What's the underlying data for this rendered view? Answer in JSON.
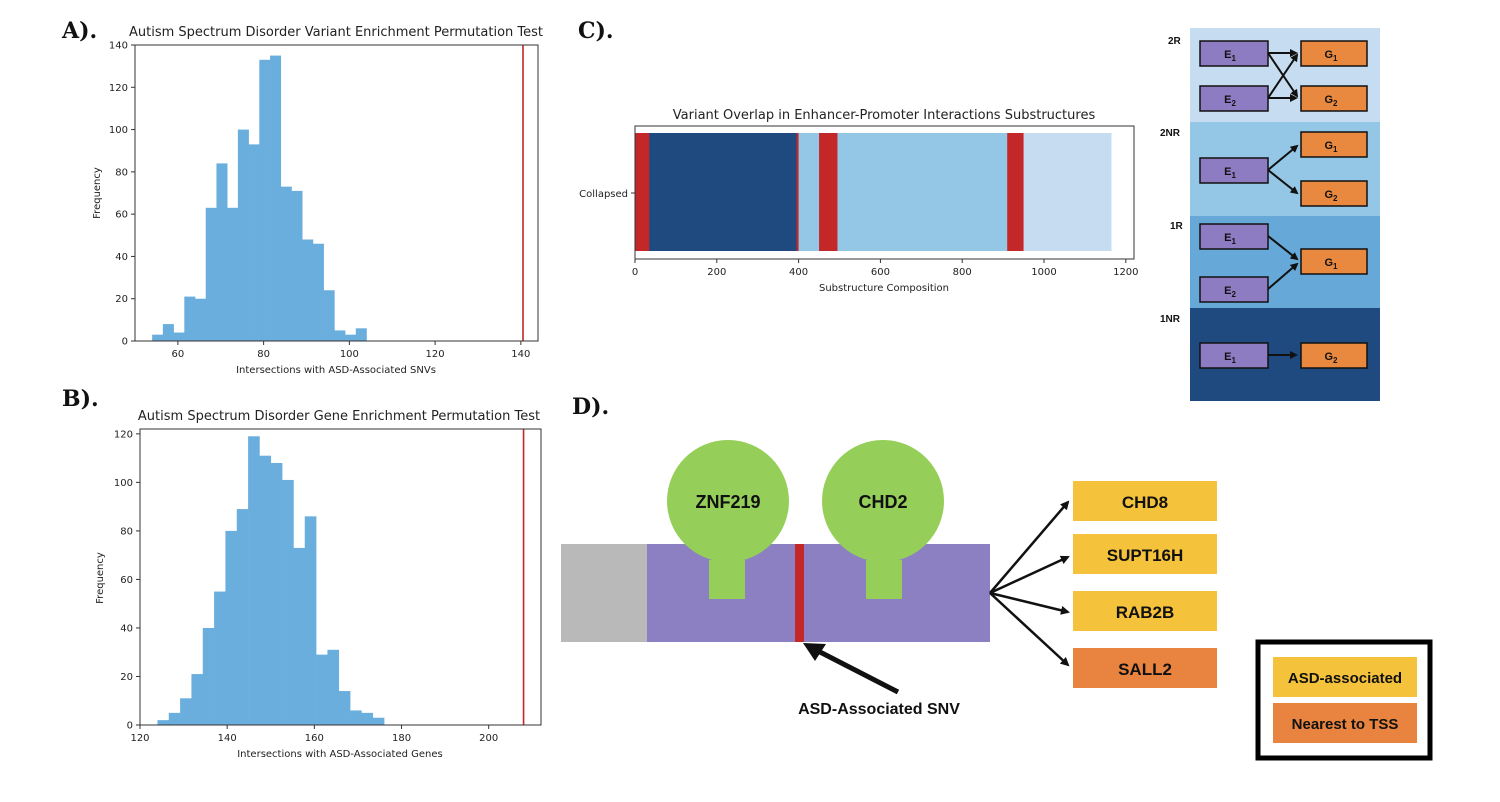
{
  "panel_labels": {
    "a": "A).",
    "b": "B).",
    "c": "C).",
    "d": "D)."
  },
  "colors": {
    "hist_fill": "#6aaede",
    "observed_line": "#c42727",
    "seg_dark": "#1e4a7f",
    "seg_light": "#94c6e6",
    "seg_lighter": "#c6dcf0",
    "variant": "#c42727",
    "node_purple": "#8e7cc3",
    "node_orange": "#e9883f",
    "tf_green": "#95cf5a",
    "dna_purple": "#8c80c2",
    "dna_gray": "#b9b9b9",
    "asd_yellow": "#f5c33b",
    "tss_orange": "#e8843f"
  },
  "chart_data": [
    {
      "id": "A",
      "type": "bar",
      "title": "Autism Spectrum Disorder Variant Enrichment Permutation Test",
      "xlabel": "Intersections with ASD-Associated SNVs",
      "ylabel": "Frequency",
      "xlim": [
        50,
        144
      ],
      "ylim": [
        0,
        140
      ],
      "xticks": [
        60,
        80,
        100,
        120,
        140
      ],
      "yticks": [
        0,
        20,
        40,
        60,
        80,
        100,
        120,
        140
      ],
      "bin_width": 2.5,
      "bins": [
        {
          "x": 54,
          "y": 3
        },
        {
          "x": 56.5,
          "y": 8
        },
        {
          "x": 59,
          "y": 4
        },
        {
          "x": 61.5,
          "y": 21
        },
        {
          "x": 64,
          "y": 20
        },
        {
          "x": 66.5,
          "y": 63
        },
        {
          "x": 69,
          "y": 84
        },
        {
          "x": 71.5,
          "y": 63
        },
        {
          "x": 74,
          "y": 100
        },
        {
          "x": 76.5,
          "y": 93
        },
        {
          "x": 79,
          "y": 133
        },
        {
          "x": 81.5,
          "y": 135
        },
        {
          "x": 84,
          "y": 73
        },
        {
          "x": 86.5,
          "y": 71
        },
        {
          "x": 89,
          "y": 48
        },
        {
          "x": 91.5,
          "y": 46
        },
        {
          "x": 94,
          "y": 24
        },
        {
          "x": 96.5,
          "y": 5
        },
        {
          "x": 99,
          "y": 3
        },
        {
          "x": 101.5,
          "y": 6
        }
      ],
      "observed_line_x": 140.5
    },
    {
      "id": "B",
      "type": "bar",
      "title": "Autism Spectrum Disorder Gene Enrichment Permutation Test",
      "xlabel": "Intersections with ASD-Associated Genes",
      "ylabel": "Frequency",
      "xlim": [
        120,
        212
      ],
      "ylim": [
        0,
        122
      ],
      "xticks": [
        120,
        140,
        160,
        180,
        200
      ],
      "yticks": [
        0,
        20,
        40,
        60,
        80,
        100,
        120
      ],
      "bin_width": 2.6,
      "bins": [
        {
          "x": 124,
          "y": 2
        },
        {
          "x": 126.6,
          "y": 5
        },
        {
          "x": 129.2,
          "y": 11
        },
        {
          "x": 131.8,
          "y": 21
        },
        {
          "x": 134.4,
          "y": 40
        },
        {
          "x": 137,
          "y": 55
        },
        {
          "x": 139.6,
          "y": 80
        },
        {
          "x": 142.2,
          "y": 89
        },
        {
          "x": 144.8,
          "y": 119
        },
        {
          "x": 147.4,
          "y": 111
        },
        {
          "x": 150,
          "y": 108
        },
        {
          "x": 152.6,
          "y": 101
        },
        {
          "x": 155.2,
          "y": 73
        },
        {
          "x": 157.8,
          "y": 86
        },
        {
          "x": 160.4,
          "y": 29
        },
        {
          "x": 163,
          "y": 31
        },
        {
          "x": 165.6,
          "y": 14
        },
        {
          "x": 168.2,
          "y": 6
        },
        {
          "x": 170.8,
          "y": 5
        },
        {
          "x": 173.4,
          "y": 3
        }
      ],
      "observed_line_x": 208
    },
    {
      "id": "C",
      "type": "bar",
      "title": "Variant Overlap in Enhancer-Promoter Interactions Substructures",
      "xlabel": "Substructure Composition",
      "ylabel": "",
      "category": "Collapsed",
      "xlim": [
        0,
        1220
      ],
      "xticks": [
        0,
        200,
        400,
        600,
        800,
        1000,
        1200
      ],
      "segments": [
        {
          "start": 0,
          "end": 400,
          "shade": "dark"
        },
        {
          "start": 400,
          "end": 945,
          "shade": "light"
        },
        {
          "start": 945,
          "end": 1165,
          "shade": "lighter"
        }
      ],
      "variants": [
        {
          "start": 0,
          "end": 35
        },
        {
          "start": 395,
          "end": 400
        },
        {
          "start": 450,
          "end": 495
        },
        {
          "start": 910,
          "end": 950
        }
      ]
    }
  ],
  "schematic": {
    "rows": [
      {
        "label": "2R"
      },
      {
        "label": "2NR"
      },
      {
        "label": "1R"
      },
      {
        "label": "1NR"
      }
    ],
    "node_e": "E",
    "node_g": "G",
    "sub1": "1",
    "sub2": "2"
  },
  "diagram_d": {
    "tf1": "ZNF219",
    "tf2": "CHD2",
    "snv_label": "ASD-Associated SNV",
    "genes": [
      {
        "name": "CHD8",
        "kind": "asd"
      },
      {
        "name": "SUPT16H",
        "kind": "asd"
      },
      {
        "name": "RAB2B",
        "kind": "asd"
      },
      {
        "name": "SALL2",
        "kind": "tss"
      }
    ],
    "legend": [
      {
        "label": "ASD-associated",
        "kind": "asd"
      },
      {
        "label": "Nearest to TSS",
        "kind": "tss"
      }
    ]
  }
}
